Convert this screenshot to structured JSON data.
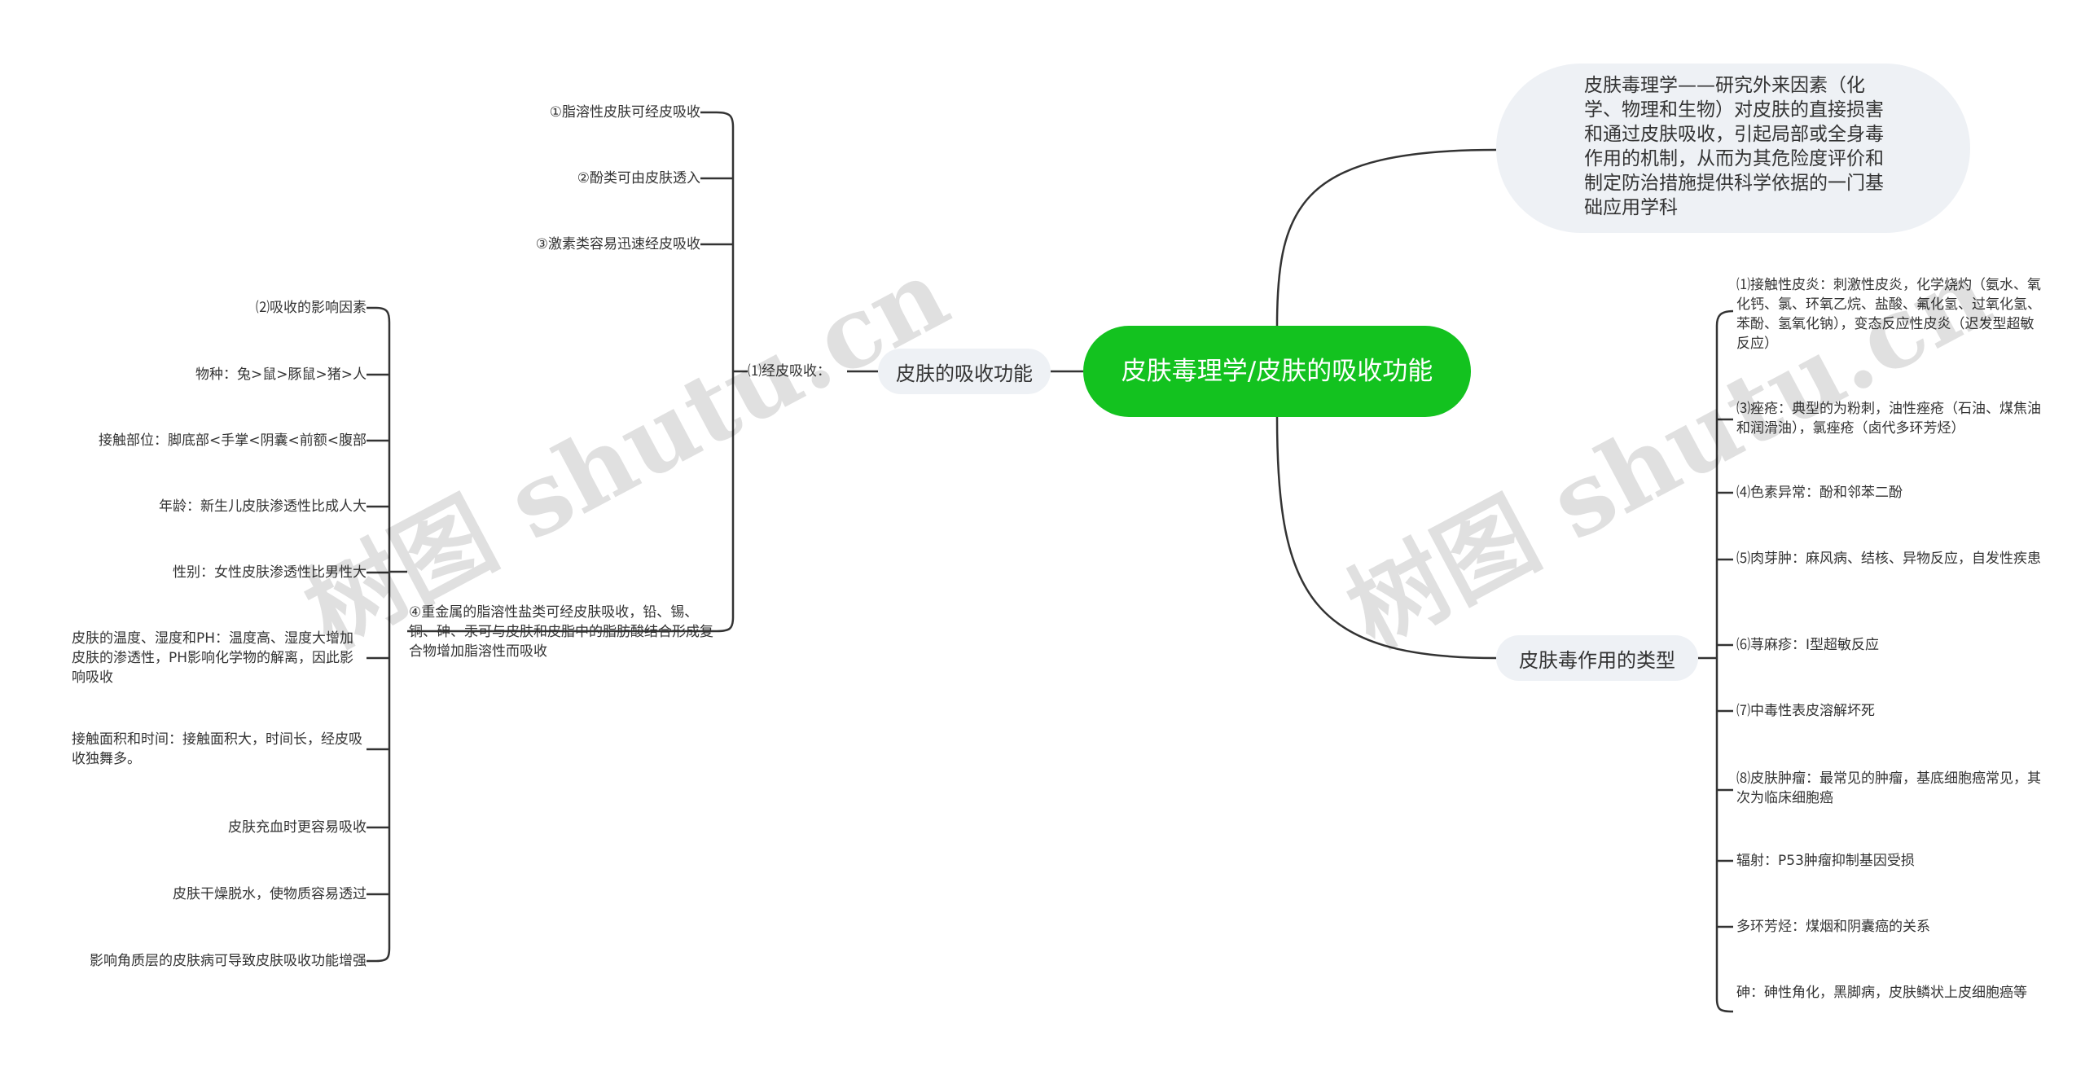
{
  "center": {
    "label": "皮肤毒理学/皮肤的吸收功能"
  },
  "definition": {
    "text": "皮肤毒理学——研究外来因素（化学、物理和生物）对皮肤的直接损害和通过皮肤吸收，引起局部或全身毒作用的机制，从而为其危险度评价和制定防治措施提供科学依据的一门基础应用学科"
  },
  "absorption": {
    "label": "皮肤的吸收功能",
    "transdermal": {
      "label": "⑴经皮吸收：",
      "items": [
        "①脂溶性皮肤可经皮吸收",
        "②酚类可由皮肤透入",
        "③激素类容易迅速经皮吸收",
        "④重金属的脂溶性盐类可经皮肤吸收，铅、锡、铜、砷、汞可与皮肤和皮脂中的脂肪酸结合形成复合物增加脂溶性而吸收"
      ]
    },
    "factors": [
      "⑵吸收的影响因素",
      "物种：兔>鼠>豚鼠>猪>人",
      "接触部位：脚底部<手掌<阴囊<前额<腹部",
      "年龄：新生儿皮肤渗透性比成人大",
      "性别：女性皮肤渗透性比男性大",
      "皮肤的温度、湿度和PH：温度高、湿度大增加皮肤的渗透性，PH影响化学物的解离，因此影响吸收",
      "接触面积和时间：接触面积大，时间长，经皮吸收独舞多。",
      "皮肤充血时更容易吸收",
      "皮肤干燥脱水，使物质容易透过",
      "影响角质层的皮肤病可导致皮肤吸收功能增强"
    ]
  },
  "toxicity": {
    "label": "皮肤毒作用的类型",
    "items": [
      "⑴接触性皮炎：刺激性皮炎，化学烧灼（氨水、氧化钙、氯、环氧乙烷、盐酸、氟化氢、过氧化氢、苯酚、氢氧化钠），变态反应性皮炎（迟发型超敏反应）",
      "⑶痤疮：典型的为粉刺，油性痤疮（石油、煤焦油和润滑油），氯痤疮（卤代多环芳烃）",
      "⑷色素异常：酚和邻苯二酚",
      "⑸肉芽肿：麻风病、结核、异物反应，自发性疾患",
      "⑹荨麻疹：Ⅰ型超敏反应",
      "⑺中毒性表皮溶解坏死",
      "⑻皮肤肿瘤：最常见的肿瘤，基底细胞癌常见，其次为临床细胞癌",
      "辐射：P53肿瘤抑制基因受损",
      "多环芳烃：煤烟和阴囊癌的关系",
      "砷：砷性角化，黑脚病，皮肤鳞状上皮细胞癌等"
    ]
  },
  "watermark": {
    "text": "树图 shutu.cn"
  },
  "colors": {
    "center": "#13c21f",
    "branch_bg": "#eef1f5",
    "line": "#333333"
  }
}
